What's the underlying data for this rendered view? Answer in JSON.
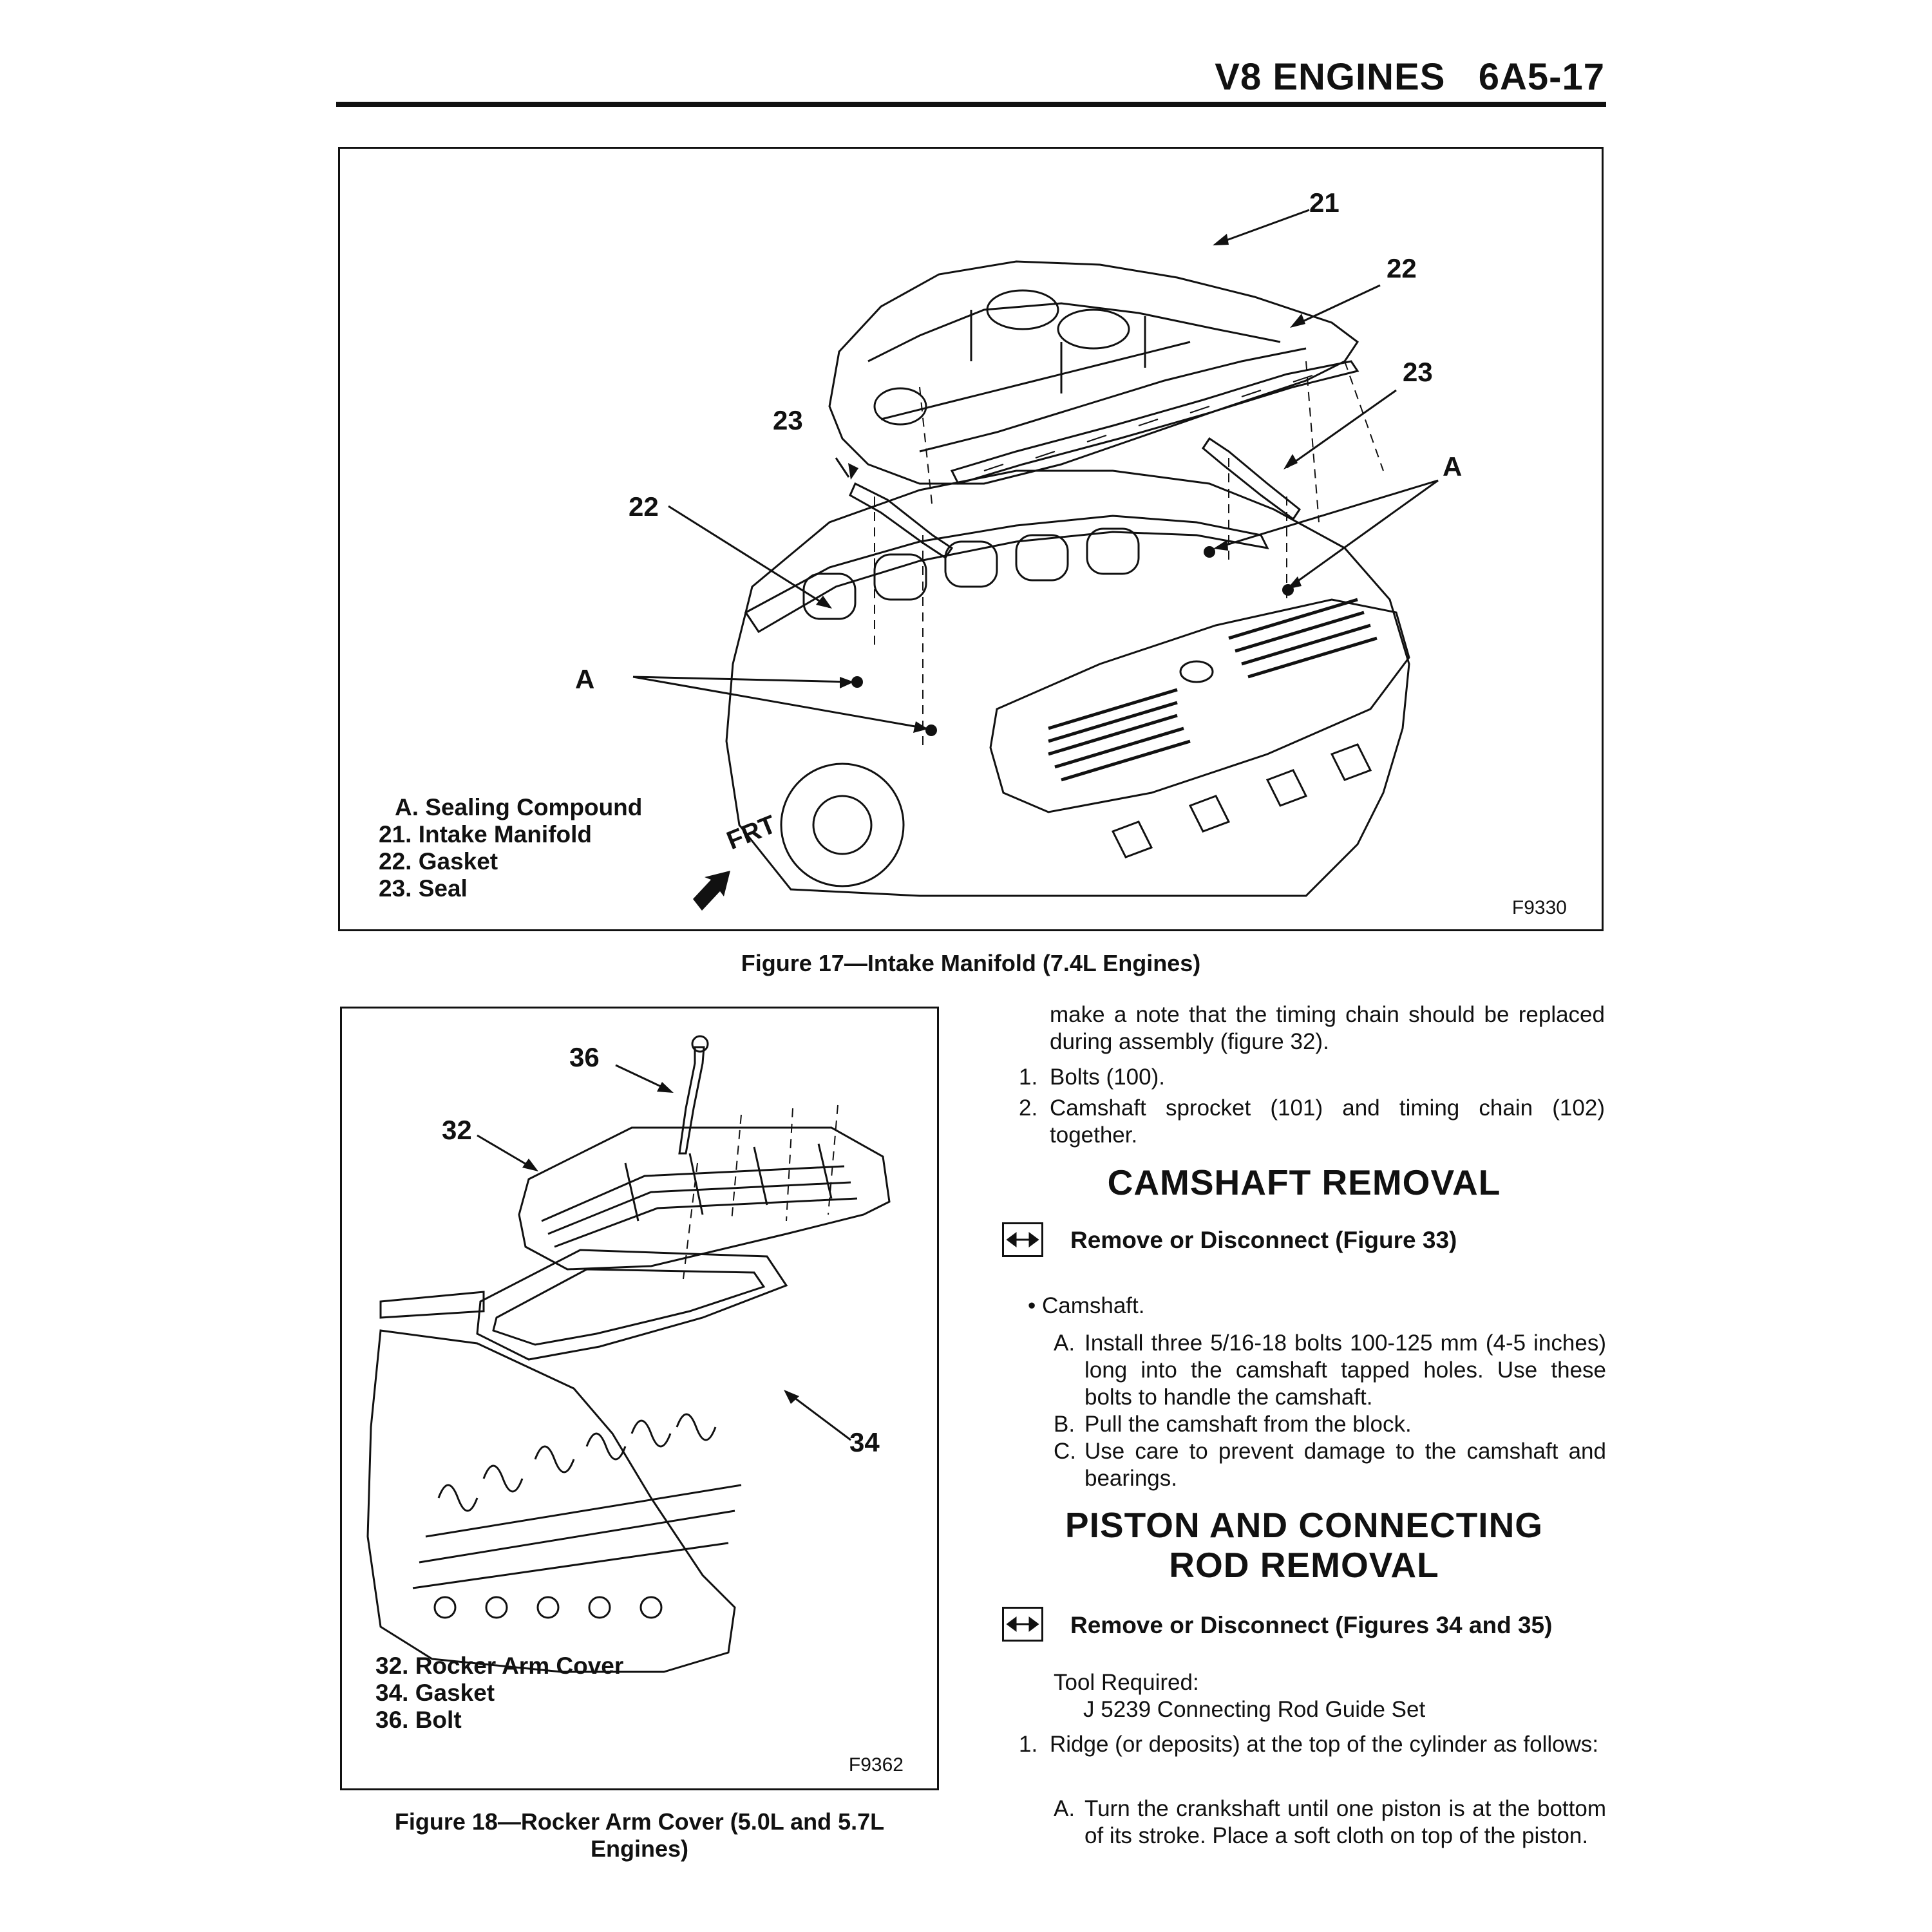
{
  "header": {
    "title": "V8 ENGINES",
    "page": "6A5-17"
  },
  "figure17": {
    "legend": [
      "A. Sealing Compound",
      "21. Intake Manifold",
      "22. Gasket",
      "23. Seal"
    ],
    "callouts": {
      "c21": "21",
      "c22_right": "22",
      "c23_right": "23",
      "a_right": "A",
      "c23_left": "23",
      "c22_left": "22",
      "a_left": "A"
    },
    "front_label": "FRT",
    "code": "F9330",
    "caption": "Figure 17—Intake Manifold (7.4L Engines)"
  },
  "figure18": {
    "legend": [
      "32. Rocker Arm Cover",
      "34. Gasket",
      "36. Bolt"
    ],
    "callouts": {
      "c36": "36",
      "c32": "32",
      "c34": "34"
    },
    "code": "F9362",
    "caption_line1": "Figure 18—Rocker Arm Cover (5.0L and 5.7L",
    "caption_line2": "Engines)"
  },
  "right_column": {
    "intro": "make a note that the timing chain should be replaced during assembly (figure 32).",
    "steps1": [
      {
        "n": "1.",
        "text": "Bolts (100)."
      },
      {
        "n": "2.",
        "text": "Camshaft sprocket (101) and timing chain (102) together."
      }
    ],
    "camshaft_heading": "CAMSHAFT REMOVAL",
    "camshaft_sub": "Remove or Disconnect (Figure 33)",
    "bullet": "• Camshaft.",
    "cam_steps": [
      {
        "n": "A.",
        "text": "Install three 5/16-18 bolts 100-125 mm (4-5 inches) long into the camshaft tapped holes. Use these bolts to handle the camshaft."
      },
      {
        "n": "B.",
        "text": "Pull the camshaft from the block."
      },
      {
        "n": "C.",
        "text": "Use care to prevent damage to the camshaft and bearings."
      }
    ],
    "piston_heading_1": "PISTON AND CONNECTING",
    "piston_heading_2": "ROD REMOVAL",
    "piston_sub": "Remove or Disconnect (Figures 34 and 35)",
    "tool_label": "Tool Required:",
    "tool_name": "J 5239 Connecting Rod Guide Set",
    "piston_step": {
      "n": "1.",
      "text": "Ridge (or deposits) at the top of the cylinder as follows:"
    },
    "piston_sub_step": {
      "n": "A.",
      "text": "Turn the crankshaft until one piston is at the bottom of its stroke. Place a soft cloth on top of the piston."
    }
  }
}
